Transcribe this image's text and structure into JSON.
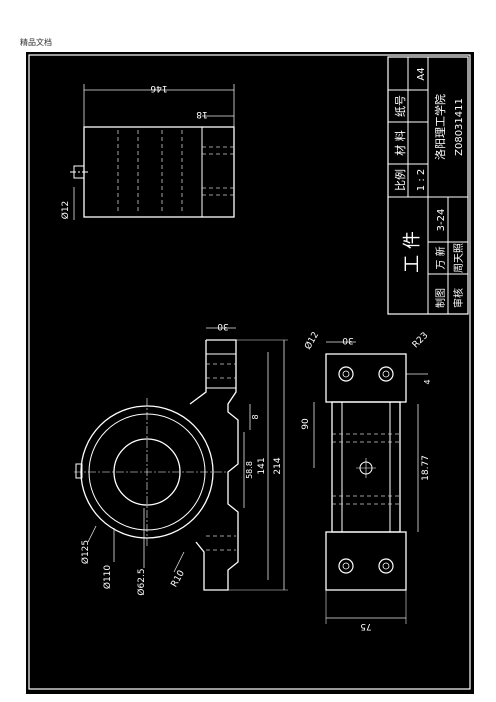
{
  "header": {
    "text": "精品文档"
  },
  "drawing": {
    "colors": {
      "background": "#000000",
      "line": "#ffffff",
      "hidden": "#cfcfcf",
      "dim": "#e8e8e8"
    },
    "title_block": {
      "part_name": "工 件",
      "school": "洛阳理工学院",
      "student_id": "Z08031411",
      "labels": {
        "scale": "比例",
        "material": "材 料",
        "paper": "纸号",
        "drawn": "制图",
        "checked": "审核"
      },
      "values": {
        "scale": "1 : 2",
        "paper": "A4",
        "drawn_by": "万 新",
        "date": "3-24",
        "checked_by": "周天照"
      }
    },
    "top_view_dims": {
      "length": "146",
      "slot": "18",
      "diameter": "Ø12"
    },
    "front_view_dims": {
      "top_width": "30",
      "d125": "Ø125",
      "d110": "Ø110",
      "d62": "Ø62.5",
      "r10": "R10",
      "h8": "8",
      "h58": "58.8",
      "h141": "141",
      "h214": "214"
    },
    "side_view_dims": {
      "hole": "Ø12",
      "offset": "30",
      "r23": "R23",
      "d4": "4",
      "h90": "90",
      "h18": "18.77",
      "width": "75"
    }
  }
}
